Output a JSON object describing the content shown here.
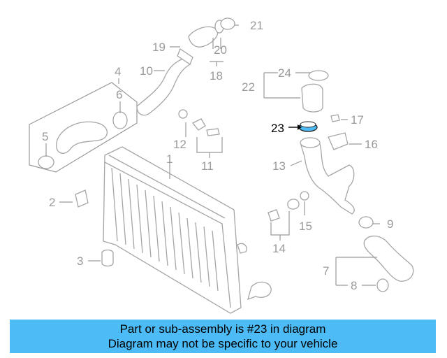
{
  "callouts": {
    "c1": "1",
    "c2": "2",
    "c3": "3",
    "c4": "4",
    "c5": "5",
    "c6": "6",
    "c7": "7",
    "c8": "8",
    "c9": "9",
    "c10": "10",
    "c11": "11",
    "c12": "12",
    "c13": "13",
    "c14": "14",
    "c15": "15",
    "c16": "16",
    "c17": "17",
    "c18": "18",
    "c19": "19",
    "c20": "20",
    "c21": "21",
    "c22": "22",
    "c23": "23",
    "c24": "24"
  },
  "highlight": {
    "part": "23",
    "color": "#4dbbf5"
  },
  "banner": {
    "line1": "Part or sub-assembly is #23 in diagram",
    "line2": "Diagram may not be specific to your vehicle",
    "color": "#4dbbf5"
  }
}
